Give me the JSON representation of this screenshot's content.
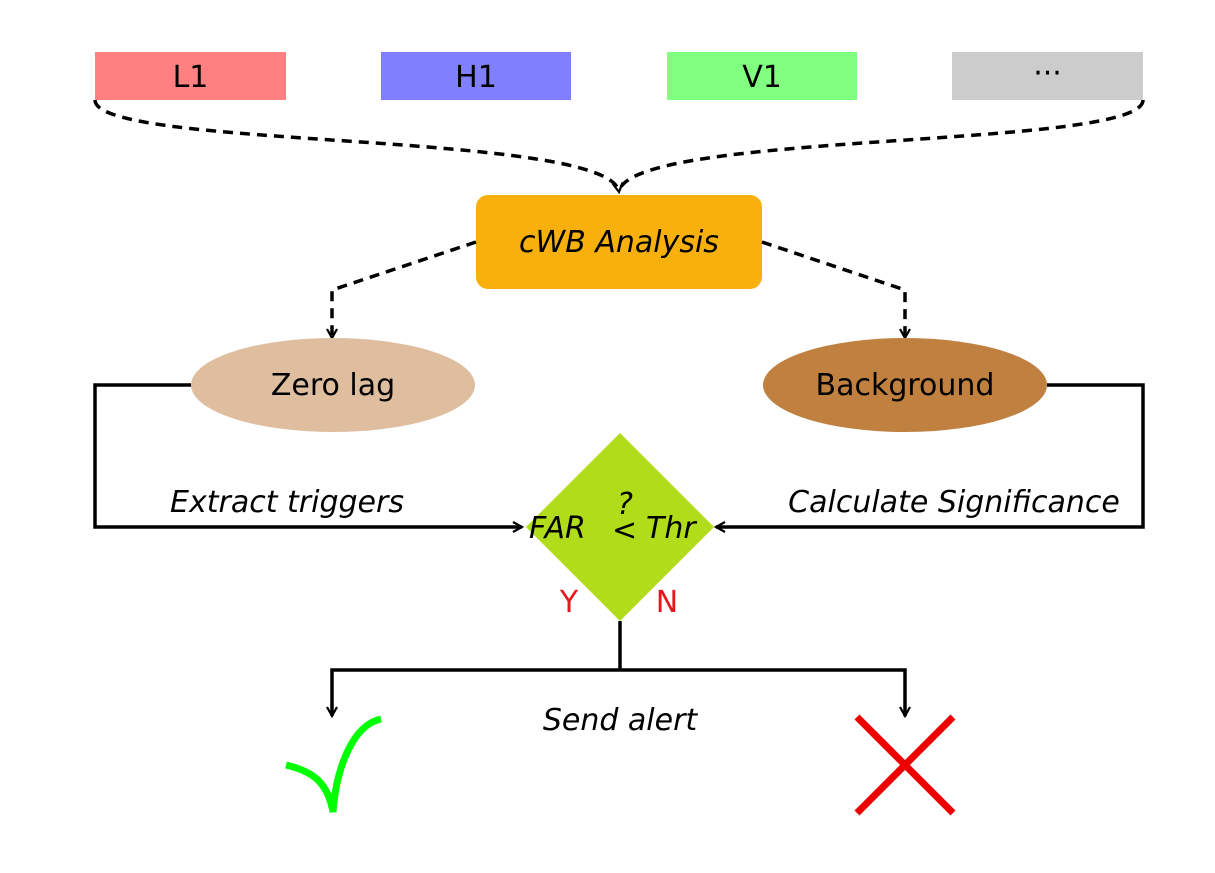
{
  "detectors": [
    {
      "label": "L1",
      "color": "#ff8080"
    },
    {
      "label": "H1",
      "color": "#8080ff"
    },
    {
      "label": "V1",
      "color": "#80ff80"
    },
    {
      "label": "···",
      "color": "#cccccc"
    }
  ],
  "analysis": {
    "label": "cWB Analysis",
    "color": "#f8b10c"
  },
  "zero_lag": {
    "label": "Zero lag",
    "color": "#dfbea0"
  },
  "background": {
    "label": "Background",
    "color": "#bf8040"
  },
  "decision": {
    "far": "FAR",
    "question": "?",
    "lt": "<",
    "thr": "Thr",
    "color": "#b0dc1a"
  },
  "edge_labels": {
    "extract": "Extract triggers",
    "significance": "Calculate Significance",
    "send": "Send alert"
  },
  "branches": {
    "yes": "Y",
    "no": "N"
  },
  "outcome_colors": {
    "accept": "#00ff00",
    "reject": "#ee0000"
  },
  "icons": {
    "accept": "check-mark-icon",
    "reject": "cross-mark-icon"
  }
}
